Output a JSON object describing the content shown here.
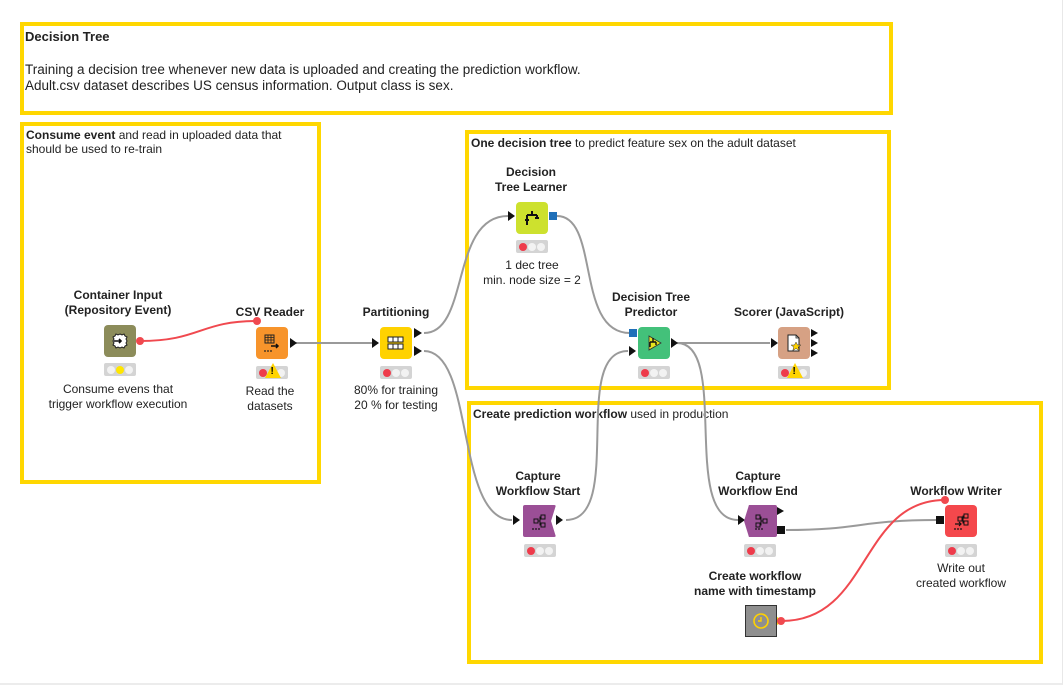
{
  "annotations": {
    "main": {
      "title": "Decision Tree",
      "line1": "Training a decision tree whenever new data is uploaded and creating the prediction workflow.",
      "line2": "Adult.csv dataset describes US census information. Output class is sex."
    },
    "consume": {
      "bold": "Consume event",
      "rest": " and read in uploaded data that should be used to re-train"
    },
    "tree": {
      "bold": "One decision tree",
      "rest": " to predict feature sex on the adult dataset"
    },
    "prediction": {
      "bold": "Create prediction workflow",
      "rest": " used in production"
    }
  },
  "nodes": {
    "container_input": {
      "name_line1": "Container Input",
      "name_line2": "(Repository Event)",
      "desc_line1": "Consume evens that",
      "desc_line2": "trigger workflow execution",
      "status": "configured",
      "icon": "container-input-icon",
      "color": "#8c8c5a"
    },
    "csv_reader": {
      "name": "CSV Reader",
      "desc_line1": "Read the",
      "desc_line2": "datasets",
      "status": "warning",
      "icon": "csv-reader-icon",
      "color": "#f7942b"
    },
    "partitioning": {
      "name": "Partitioning",
      "desc_line1": "80% for training",
      "desc_line2": "20 % for testing",
      "status": "not-configured",
      "icon": "partitioning-icon",
      "color": "#ffd200"
    },
    "dt_learner": {
      "name_line1": "Decision",
      "name_line2": "Tree Learner",
      "desc_line1": "1 dec tree",
      "desc_line2": "min. node size = 2",
      "status": "not-configured",
      "icon": "decision-tree-learner-icon",
      "color": "#cde12e"
    },
    "dt_predictor": {
      "name_line1": "Decision Tree",
      "name_line2": "Predictor",
      "status": "not-configured",
      "icon": "decision-tree-predictor-icon",
      "color": "#43c17a"
    },
    "scorer": {
      "name": "Scorer (JavaScript)",
      "status": "warning",
      "icon": "scorer-icon",
      "color": "#d6a184"
    },
    "capture_start": {
      "name_line1": "Capture",
      "name_line2": "Workflow Start",
      "status": "not-configured",
      "icon": "capture-start-icon",
      "color": "#9b4f96"
    },
    "capture_end": {
      "name_line1": "Capture",
      "name_line2": "Workflow End",
      "status": "not-configured",
      "icon": "capture-end-icon",
      "color": "#9b4f96"
    },
    "workflow_writer": {
      "name": "Workflow Writer",
      "desc_line1": "Write out",
      "desc_line2": "created workflow",
      "status": "not-configured",
      "icon": "workflow-writer-icon",
      "color": "#f4484c"
    },
    "create_name": {
      "name_line1": "Create workflow",
      "name_line2": "name with timestamp",
      "icon": "timestamp-icon",
      "color": "#8f8f8f"
    }
  },
  "colors": {
    "annotation_border": "#FFD700",
    "data_edge": "#9a9a9a",
    "variable_edge": "#f0494f"
  }
}
